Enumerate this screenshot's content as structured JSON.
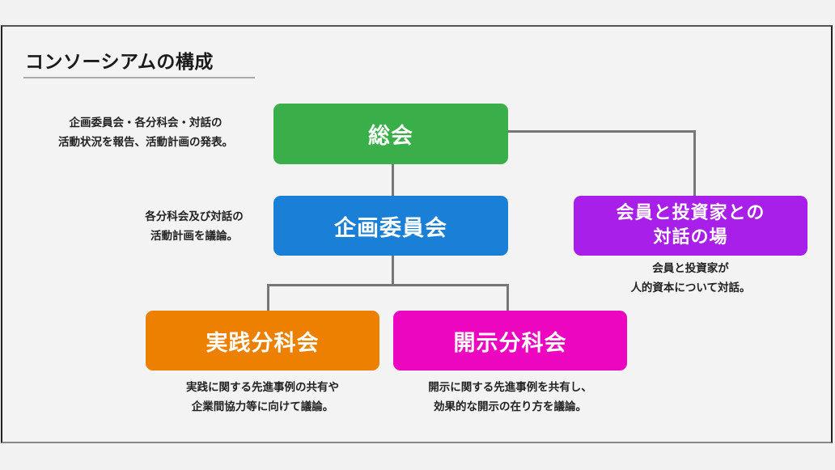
{
  "title": "コンソーシアムの構成",
  "colors": {
    "general_meeting": "#3aae48",
    "planning_committee": "#1a7fd6",
    "dialogue": "#a71fe8",
    "practice": "#ee8000",
    "disclosure": "#ec06c0",
    "connector": "#777777"
  },
  "nodes": {
    "general_meeting": {
      "label": "総会",
      "desc": [
        "企画委員会・各分科会・対話の",
        "活動状況を報告、活動計画の発表。"
      ]
    },
    "planning_committee": {
      "label": "企画委員会",
      "desc": [
        "各分科会及び対話の",
        "活動計画を議論。"
      ]
    },
    "dialogue": {
      "label_lines": [
        "会員と投資家との",
        "対話の場"
      ],
      "desc": [
        "会員と投資家が",
        "人的資本について対話。"
      ]
    },
    "practice": {
      "label": "実践分科会",
      "desc": [
        "実践に関する先進事例の共有や",
        "企業間協力等に向けて議論。"
      ]
    },
    "disclosure": {
      "label": "開示分科会",
      "desc": [
        "開示に関する先進事例を共有し、",
        "効果的な開示の在り方を議論。"
      ]
    }
  }
}
